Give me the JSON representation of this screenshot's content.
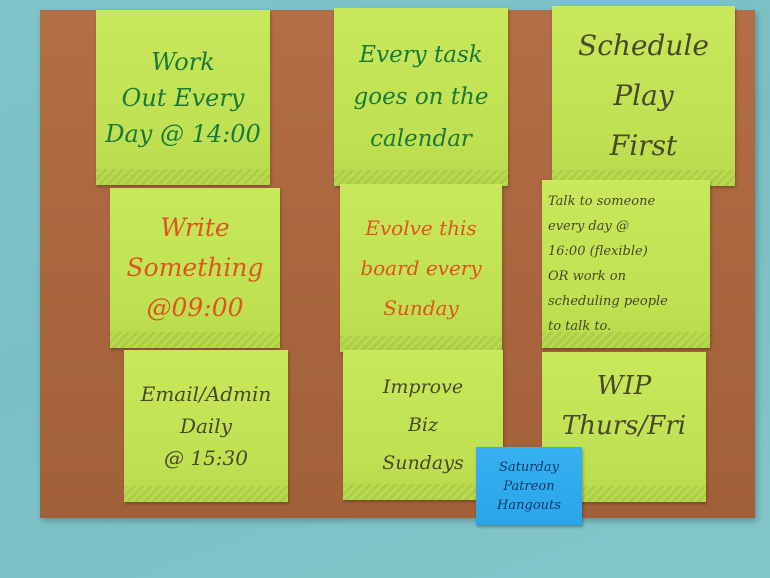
{
  "board": {
    "notes": [
      {
        "id": "work-out",
        "text": "Work\nOut Every\nDay @ 14:00",
        "color": "#1a7a3a"
      },
      {
        "id": "every-task",
        "text": "Every task\ngoes on the\ncalendar",
        "color": "#1a7a3a"
      },
      {
        "id": "schedule-play",
        "text": "Schedule\nPlay\nFirst",
        "color": "#4a4a2a"
      },
      {
        "id": "write-something",
        "text": "Write\nSomething\n@09:00",
        "color": "#e0551f"
      },
      {
        "id": "evolve-board",
        "text": "Evolve this\nboard every\nSunday",
        "color": "#e0551f"
      },
      {
        "id": "talk-to-someone",
        "text": "Talk to someone\nevery day @\n16:00 (flexible)\nOR work on\nscheduling people\nto talk to.",
        "color": "#3a3a2a"
      },
      {
        "id": "email-admin",
        "text": "Email/Admin\nDaily\n@ 15:30",
        "color": "#4a4a2a"
      },
      {
        "id": "improve-biz",
        "text": "Improve\nBiz\nSundays",
        "color": "#3a3a2a"
      },
      {
        "id": "wip",
        "text": "WIP\nThurs/Fri",
        "color": "#3a3a2a"
      }
    ],
    "blue_note": {
      "text": "Saturday\nPatreon\nHangouts",
      "color": "#2aa5ea"
    }
  }
}
